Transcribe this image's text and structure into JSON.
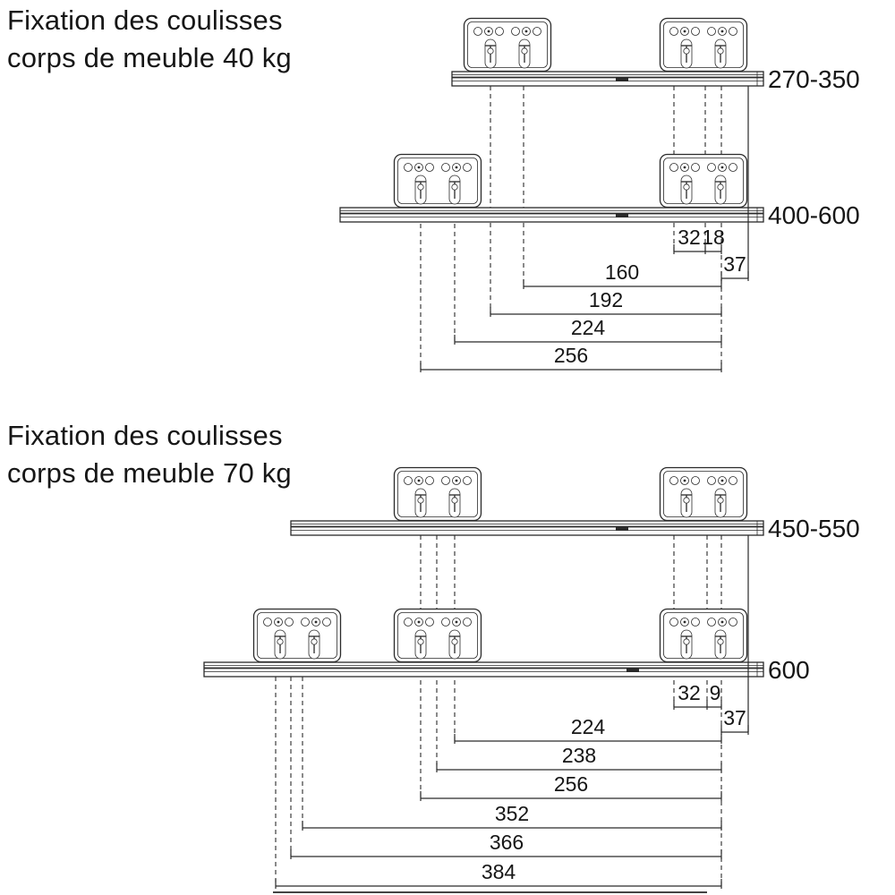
{
  "colors": {
    "ink": "#2a2a2a",
    "background": "#ffffff"
  },
  "sections": [
    {
      "title_line1": "Fixation des coulisses",
      "title_line2": "corps de meuble 40 kg",
      "rail_labels": [
        "270-350",
        "400-600"
      ],
      "offset_dims": [
        "32",
        "18",
        "37"
      ],
      "length_dims": [
        "160",
        "192",
        "224",
        "256"
      ]
    },
    {
      "title_line1": "Fixation des coulisses",
      "title_line2": "corps de meuble 70 kg",
      "rail_labels": [
        "450-550",
        "600"
      ],
      "offset_dims": [
        "32",
        "9",
        "37"
      ],
      "length_dims": [
        "224",
        "238",
        "256",
        "352",
        "366",
        "384"
      ]
    }
  ]
}
